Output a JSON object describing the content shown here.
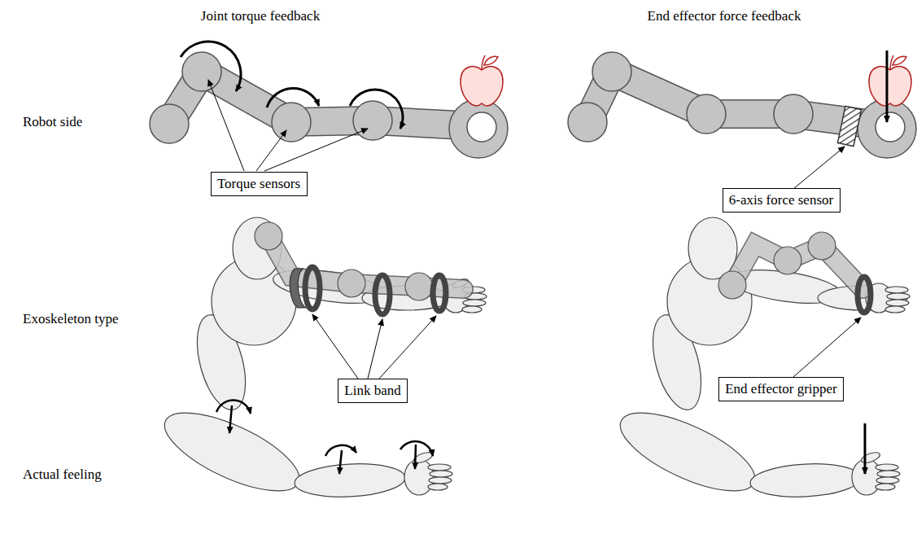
{
  "diagram": {
    "nodes": [
      {
        "text": [
          "Torque sensors"
        ]
      },
      {
        "text": [
          "6-axis force sensor"
        ]
      },
      {
        "text": [
          "Link band"
        ]
      },
      {
        "text": [
          "End effector gripper"
        ]
      }
    ],
    "labels": [
      "Joint torque feedback",
      "End effector force feedback",
      "Robot side",
      "Exoskeleton type",
      "Actual feeling"
    ]
  }
}
